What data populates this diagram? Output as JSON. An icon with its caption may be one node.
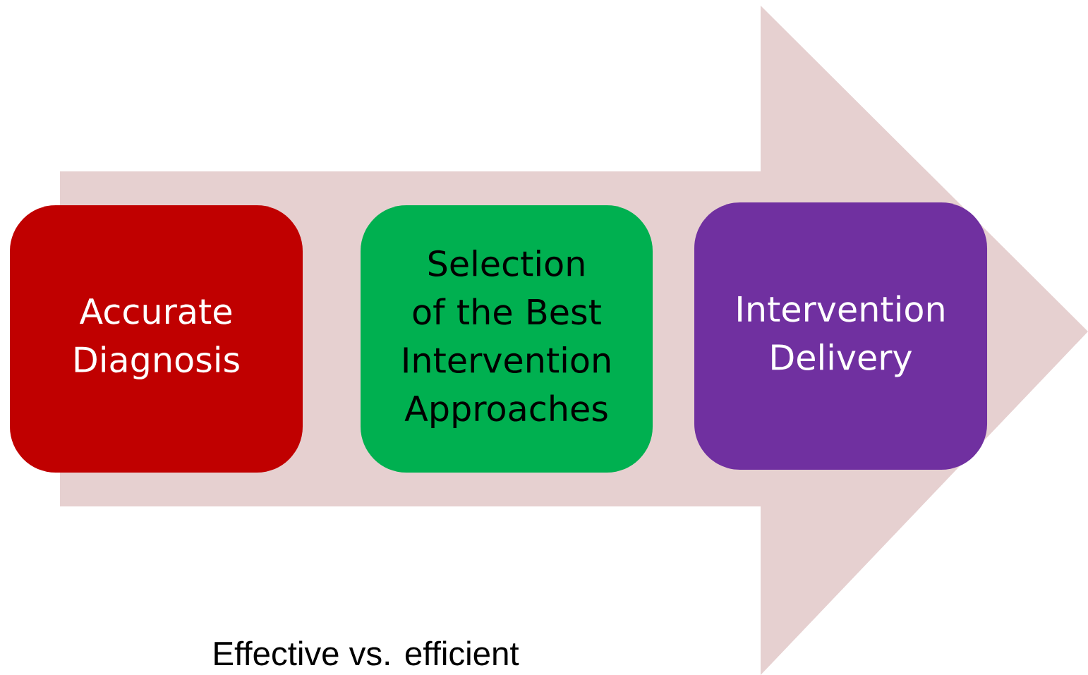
{
  "diagram": {
    "nodes": [
      {
        "text": [
          "Accurate Diagnosis"
        ]
      },
      {
        "text": [
          "Selection of the Best Intervention Approaches"
        ]
      },
      {
        "text": [
          "Intervention Delivery"
        ]
      }
    ],
    "labels": [
      "Effective vs. efficient"
    ]
  }
}
